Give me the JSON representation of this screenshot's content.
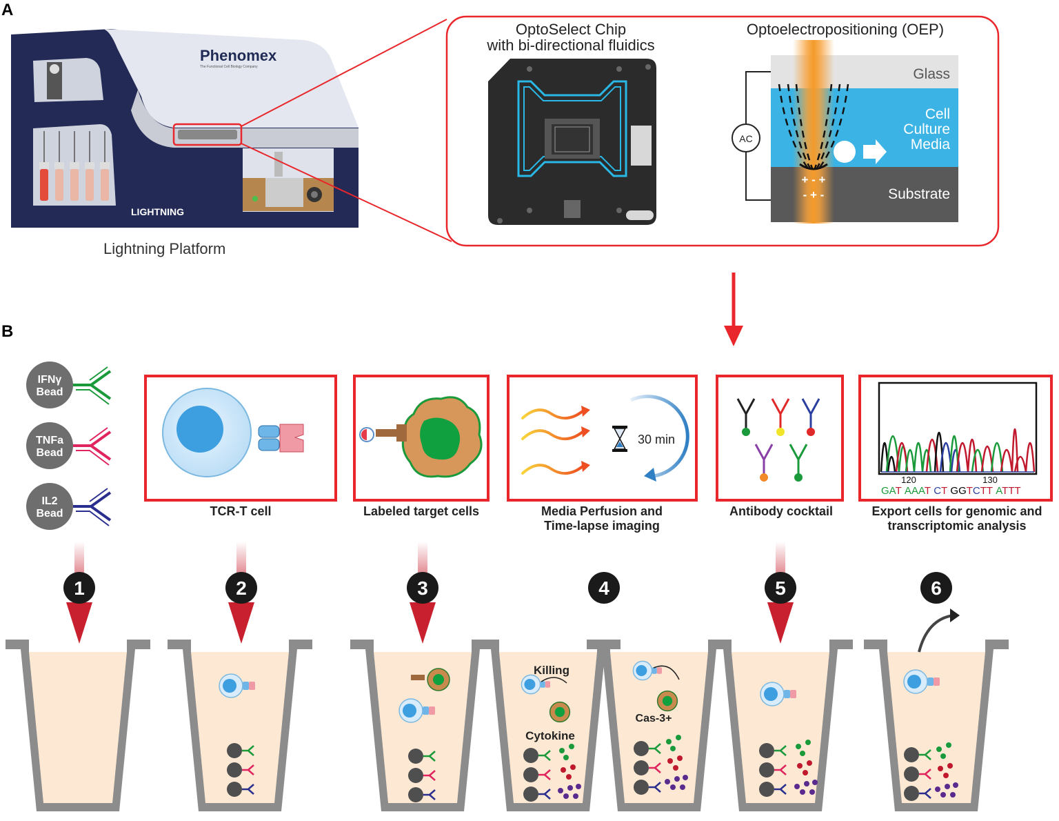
{
  "panels": {
    "a": "A",
    "b": "B"
  },
  "platform": {
    "brand": "Phenomex",
    "tagline": "The Functional Cell Biology Company",
    "device_label": "LIGHTNING",
    "caption": "Lightning Platform"
  },
  "chip": {
    "title_line1": "OptoSelect Chip",
    "title_line2": "with bi-directional fluidics"
  },
  "oep": {
    "title": "Optoelectropositioning (OEP)",
    "glass": "Glass",
    "media_line1": "Cell",
    "media_line2": "Culture",
    "media_line3": "Media",
    "substrate": "Substrate",
    "ac": "AC",
    "charges_top": "+ - +",
    "charges_bottom": "- + -"
  },
  "beads": [
    {
      "line1": "IFNγ",
      "line2": "Bead",
      "color": "#1a9a3a"
    },
    {
      "line1": "TNFa",
      "line2": "Bead",
      "color": "#e0245e"
    },
    {
      "line1": "IL2",
      "line2": "Bead",
      "color": "#2a2f8f"
    }
  ],
  "boxes": {
    "tcr": "TCR-T cell",
    "target": "Labeled target cells",
    "perfusion_line1": "Media Perfusion and",
    "perfusion_line2": "Time-lapse imaging",
    "timer": "30 min",
    "antibody": "Antibody cocktail",
    "export_line1": "Export cells for genomic and",
    "export_line2": "transcriptomic analysis",
    "seq_tick1": "120",
    "seq_tick2": "130",
    "sequence": [
      {
        "b": "G",
        "c": "#1a9a3a"
      },
      {
        "b": "A",
        "c": "#1a9a3a"
      },
      {
        "b": "T",
        "c": "#c0182c"
      },
      {
        "b": " ",
        "c": "#000"
      },
      {
        "b": "A",
        "c": "#1a9a3a"
      },
      {
        "b": "A",
        "c": "#1a9a3a"
      },
      {
        "b": "A",
        "c": "#1a9a3a"
      },
      {
        "b": "T",
        "c": "#c0182c"
      },
      {
        "b": " ",
        "c": "#000"
      },
      {
        "b": "C",
        "c": "#2a3fa0"
      },
      {
        "b": "T",
        "c": "#c0182c"
      },
      {
        "b": " ",
        "c": "#000"
      },
      {
        "b": "G",
        "c": "#000"
      },
      {
        "b": "G",
        "c": "#000"
      },
      {
        "b": "T",
        "c": "#c0182c"
      },
      {
        "b": "C",
        "c": "#2a3fa0"
      },
      {
        "b": "T",
        "c": "#c0182c"
      },
      {
        "b": "T",
        "c": "#c0182c"
      },
      {
        "b": " ",
        "c": "#000"
      },
      {
        "b": "A",
        "c": "#1a9a3a"
      },
      {
        "b": "T",
        "c": "#c0182c"
      },
      {
        "b": "T",
        "c": "#c0182c"
      },
      {
        "b": "T",
        "c": "#c0182c"
      }
    ]
  },
  "steps": [
    "1",
    "2",
    "3",
    "4",
    "5",
    "6"
  ],
  "wells": {
    "killing": "Killing",
    "cytokine": "Cytokine",
    "cas3": "Cas-3+"
  },
  "colors": {
    "red": "#e8262b",
    "dark_red": "#c8202e",
    "navy": "#1f2a55",
    "media_blue": "#3bb4e5",
    "well_fill": "#fde9d3",
    "well_wall": "#8c8c8c"
  }
}
